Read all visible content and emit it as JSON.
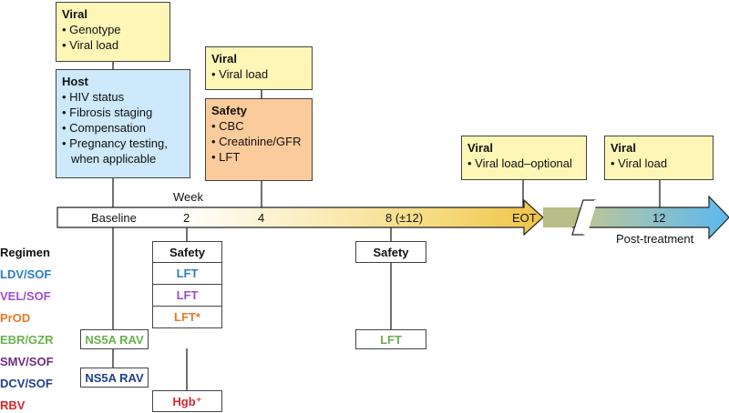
{
  "top": {
    "baseline_viral": {
      "heading": "Viral",
      "items": [
        "• Genotype",
        "• Viral load"
      ]
    },
    "baseline_host": {
      "heading": "Host",
      "items": [
        "• HIV status",
        "• Fibrosis staging",
        "• Compensation",
        "• Pregnancy testing,",
        "  when applicable"
      ]
    },
    "week4_viral": {
      "heading": "Viral",
      "items": [
        "• Viral load"
      ]
    },
    "week4_safety": {
      "heading": "Safety",
      "items": [
        "• CBC",
        "• Creatinine/GFR",
        "• LFT"
      ]
    },
    "eot_viral": {
      "heading": "Viral",
      "items": [
        "• Viral load–optional"
      ]
    },
    "wk12_viral": {
      "heading": "Viral",
      "items": [
        "• Viral load"
      ]
    }
  },
  "timeline": {
    "week_label": "Week",
    "ticks": [
      "Baseline",
      "2",
      "4",
      "8 (±12)",
      "EOT",
      "12"
    ],
    "post_treatment": "Post-treatment"
  },
  "regimens": {
    "header": "Regimen",
    "items": [
      {
        "label": "LDV/SOF",
        "color": "#2a7fc1"
      },
      {
        "label": "VEL/SOF",
        "color": "#9b4fd1"
      },
      {
        "label": "PrOD",
        "color": "#e07a2a"
      },
      {
        "label": "EBR/GZR",
        "color": "#6ab04c"
      },
      {
        "label": "SMV/SOF",
        "color": "#6b2c7f"
      },
      {
        "label": "DCV/SOF",
        "color": "#1f3f8f"
      },
      {
        "label": "RBV",
        "color": "#d6262e"
      }
    ]
  },
  "bottom": {
    "baseline_ebr": "NS5A RAV",
    "baseline_dcv": "NS5A RAV",
    "week2_safety": "Safety",
    "week2_ldv": "LFT",
    "week2_vel": "LFT",
    "week2_prod": "LFT*",
    "week2_rbv": "Hgb⁺",
    "week8_safety": "Safety",
    "week8_ebr": "LFT"
  },
  "colors": {
    "yellow_box": "#fdf6b6",
    "blue_box": "#cde9fb",
    "orange_box": "#fbcb9b",
    "arrow_start": "#ffffff",
    "arrow_mid": "#f3c74c",
    "arrow_end": "#5bb7ee"
  }
}
